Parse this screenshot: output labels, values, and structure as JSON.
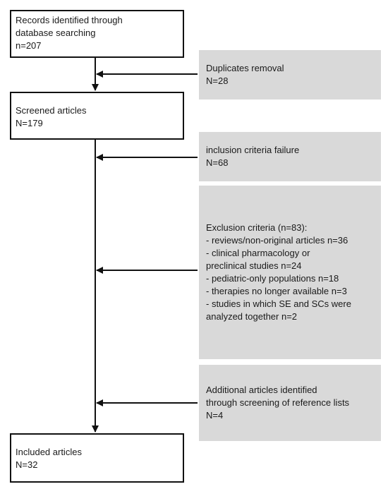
{
  "records_box": {
    "lines": [
      "Records identified through",
      "database searching",
      "n=207"
    ]
  },
  "duplicates_box": {
    "lines": [
      "Duplicates removal",
      "N=28"
    ]
  },
  "screened_box": {
    "lines": [
      "Screened articles",
      "N=179"
    ]
  },
  "inclusion_box": {
    "lines": [
      "inclusion criteria failure",
      "N=68"
    ]
  },
  "exclusion_box": {
    "lines": [
      "Exclusion criteria (n=83):",
      "- reviews/non-original articles n=36",
      "- clinical pharmacology or",
      "preclinical studies n=24",
      "- pediatric-only populations n=18",
      "- therapies no longer available n=3",
      "- studies in which SE and SCs were",
      "analyzed together n=2"
    ]
  },
  "additional_box": {
    "lines": [
      "Additional articles identified",
      "through screening of reference lists",
      "N=4"
    ]
  },
  "included_box": {
    "lines": [
      "Included articles",
      "N=32"
    ]
  },
  "colors": {
    "side_box_fill": "#d9d9d9",
    "border": "#111111"
  }
}
